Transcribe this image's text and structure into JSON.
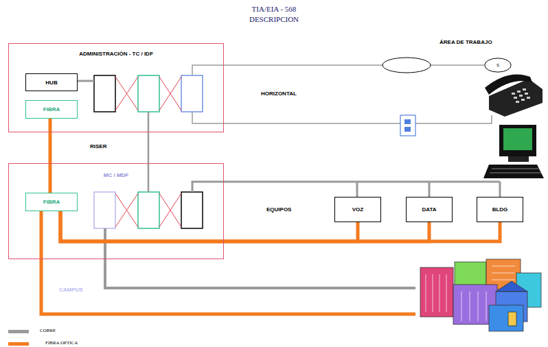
{
  "diagram": {
    "title": "TIA/EIA - 568 DESCRIPCION",
    "nodes": [
      {
        "text": [
          "ADMINISTRACIÓN  - TC / IDF"
        ]
      },
      {
        "text": [
          "HUB"
        ],
        "in": 0
      },
      {
        "text": [
          "FIBRA"
        ],
        "in": 0
      },
      {
        "text": [
          "S"
        ]
      },
      {
        "text": [
          "MC / MDF"
        ]
      },
      {
        "text": [
          "FIBRA"
        ],
        "in": 4
      },
      {
        "text": [
          "VOZ"
        ]
      },
      {
        "text": [
          "DATA"
        ]
      },
      {
        "text": [
          "BLDG"
        ]
      }
    ],
    "edges": [
      {
        "from": 2,
        "to": 5,
        "arrow": "none"
      },
      {
        "from": 5,
        "to": 6,
        "arrow": "none"
      },
      {
        "from": 5,
        "to": 7,
        "arrow": "none"
      },
      {
        "from": 5,
        "to": 8,
        "arrow": "none"
      }
    ],
    "labels": [
      "ÁREA DE TRABAJO",
      "HORIZONTAL",
      "RISER",
      "EQUIPOS",
      "CAMPUS"
    ],
    "legend": [
      {
        "text": "COBRE",
        "color": "#9a9a9a"
      },
      {
        "text": "FIBRA OPTICA",
        "color": "#f47b20"
      }
    ]
  }
}
